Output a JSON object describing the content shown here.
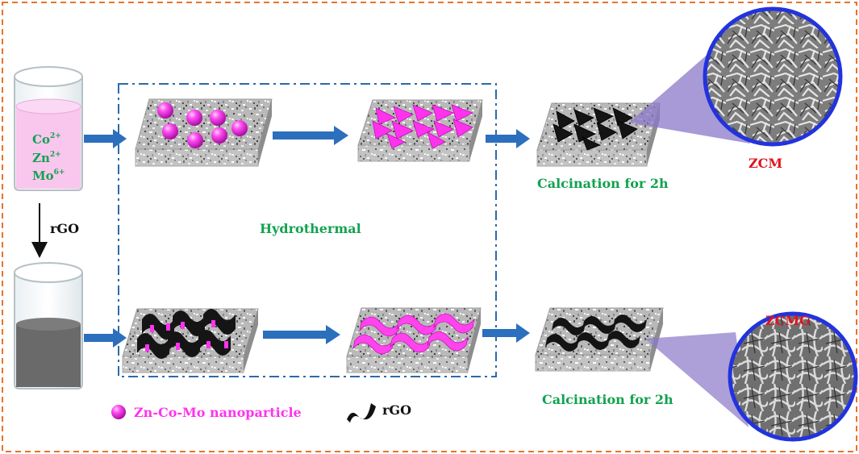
{
  "beaker1": {
    "ions": [
      "Co",
      "Zn",
      "Mo"
    ],
    "charges": [
      "2+",
      "2+",
      "6+"
    ]
  },
  "arrow_down_label": "rGO",
  "hydrothermal_label": "Hydrothermal",
  "calcination_top": "Calcination for 2h",
  "calcination_bottom": "Calcination for 2h",
  "product_top": "ZCM",
  "product_bottom": "ZCMG",
  "legend": {
    "nanoparticle": "Zn-Co-Mo nanoparticle",
    "rgo": "rGO"
  },
  "colors": {
    "border_dashed": "#e8732a",
    "box_dashdot": "#2d6aa8",
    "flow_arrow": "#2c6fbd",
    "ion_text": "#12a24f",
    "green_label": "#12a24f",
    "red_label": "#e0141e",
    "magenta": "#ff33ee",
    "solution_pink": "#f9c6ee",
    "solution_gray": "#6a6a6a",
    "sem_ring": "#2233dd",
    "beam": "#8a78c8"
  },
  "icons": [
    "beaker",
    "substrate",
    "sphere",
    "cone",
    "rgo-sheet",
    "sem-circle",
    "arrow"
  ]
}
